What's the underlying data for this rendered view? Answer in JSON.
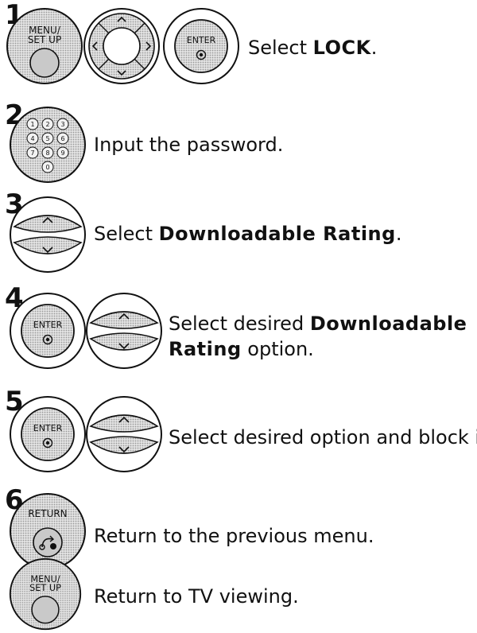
{
  "steps": [
    {
      "number": "1",
      "text_pre": "Select ",
      "text_bold": "LOCK",
      "text_post": "."
    },
    {
      "number": "2",
      "text": "Input the password."
    },
    {
      "number": "3",
      "text_pre": "Select ",
      "text_bold": "Downloadable Rating",
      "text_post": "."
    },
    {
      "number": "4",
      "line1_pre": "Select desired ",
      "line1_bold": "Downloadable",
      "line2_bold": "Rating",
      "line2_post": " option."
    },
    {
      "number": "5",
      "text": "Select desired option and block it."
    },
    {
      "number": "6",
      "text": "Return to the previous menu."
    },
    {
      "text": "Return to TV viewing."
    }
  ],
  "buttons": {
    "menu_line1": "MENU/",
    "menu_line2": "SET UP",
    "enter": "ENTER",
    "return": "RETURN",
    "keypad": [
      "1",
      "2",
      "3",
      "4",
      "5",
      "6",
      "7",
      "8",
      "9",
      "0"
    ]
  },
  "colors": {
    "ink": "#111111",
    "fill": "#d6d6d6",
    "white": "#ffffff"
  }
}
